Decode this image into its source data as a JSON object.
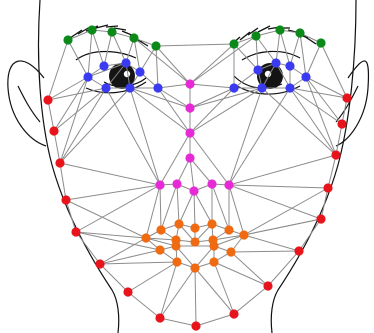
{
  "figure": {
    "subject": "face-landmark-triangulation",
    "background": "#ffffff",
    "outline_color": "#111111",
    "mesh_color": "#8c8c8c",
    "colors": {
      "jaw": "#e8141b",
      "brow": "#0b8a1a",
      "eye": "#3a3af0",
      "nose": "#e62ad6",
      "mouth": "#f06a12"
    },
    "landmark_groups": [
      "jaw",
      "brow",
      "eye",
      "nose",
      "mouth"
    ]
  }
}
